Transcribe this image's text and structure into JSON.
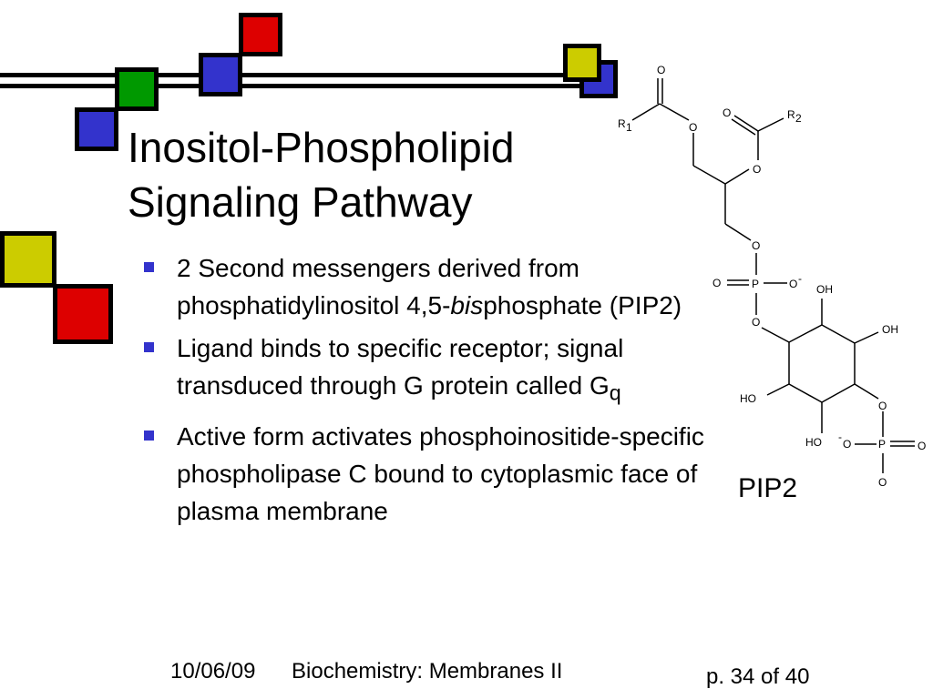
{
  "slide": {
    "title_line1": "Inositol-Phospholipid",
    "title_line2": "Signaling Pathway",
    "bullets": {
      "b1_pre": "2 Second messengers derived from phosphatidylinositol 4,5-",
      "b1_italic": "bis",
      "b1_post": "phosphate (PIP2)",
      "b2_pre": "Ligand binds to specific receptor; signal transduced through G protein called G",
      "b2_sub": "q",
      "b3": "Active form activates phosphoinositide-specific phospholipase C bound to cytoplasmic face of plasma membrane"
    },
    "figure_label": "PIP2"
  },
  "molecule": {
    "atoms": {
      "O": "O",
      "R": "R",
      "r1_sub": "1",
      "r2_sub": "2",
      "P": "P",
      "OH": "OH",
      "HO": "HO",
      "minus": "-"
    }
  },
  "footer": {
    "date": "10/06/09",
    "title": "Biochemistry: Membranes II",
    "page": "p. 34 of 40"
  },
  "colors": {
    "red": "#dd0000",
    "green": "#009900",
    "blue": "#3333cc",
    "yellow": "#cccc00",
    "bullet": "#3333cc"
  }
}
